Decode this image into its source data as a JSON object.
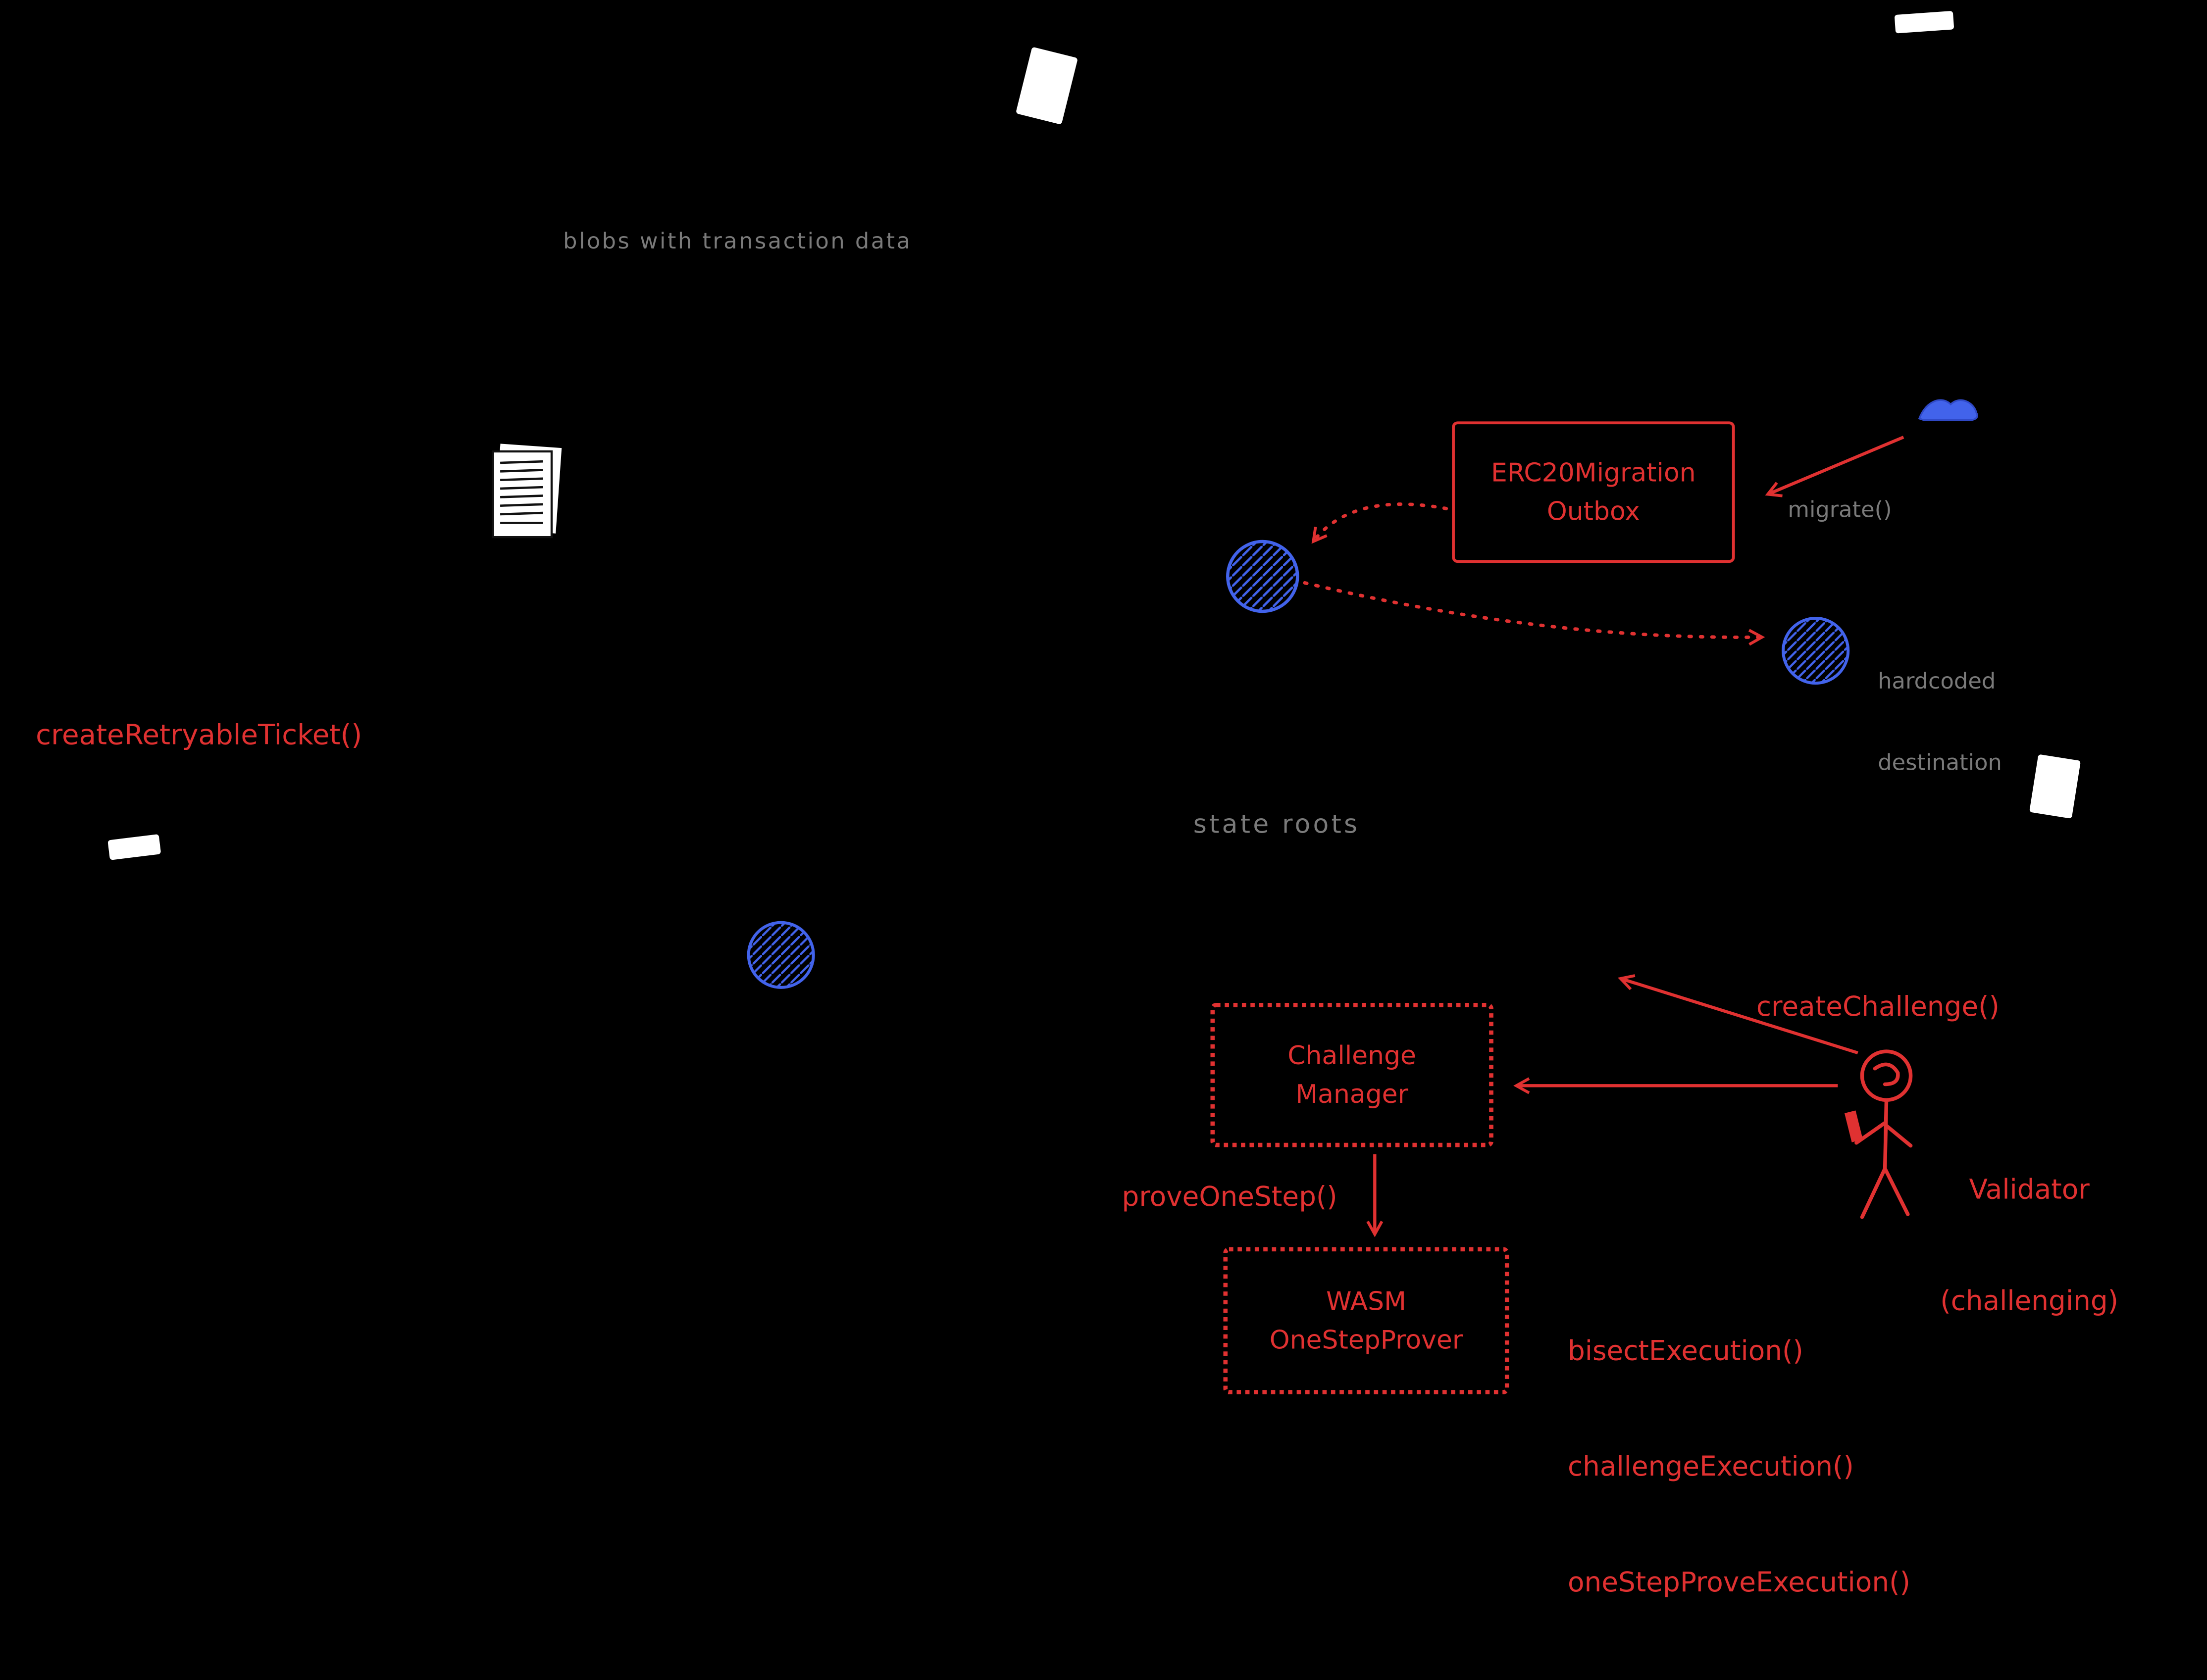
{
  "canvas": {
    "background": "#000000"
  },
  "colors": {
    "red": "#e03131",
    "gray": "#7a7a7a",
    "blue": "#4263eb",
    "white": "#ffffff"
  },
  "labels": {
    "blobs": "blobs with transaction data",
    "migrate": "migrate()",
    "hardcoded": [
      "hardcoded",
      "destination"
    ],
    "create_retryable_ticket": "createRetryableTicket()",
    "state_roots": "state roots",
    "create_challenge": "createChallenge()",
    "validator": [
      "Validator",
      "(challenging)"
    ],
    "prove_one_step": "proveOneStep()"
  },
  "boxes": {
    "erc20_migration_outbox": {
      "lines": [
        "ERC20Migration",
        "Outbox"
      ],
      "border_style": "solid"
    },
    "challenge_manager": {
      "lines": [
        "Challenge",
        "Manager"
      ],
      "border_style": "dotted"
    },
    "wasm_one_step_prover": {
      "lines": [
        "WASM",
        "OneStepProver"
      ],
      "border_style": "dotted"
    }
  },
  "functions": [
    "bisectExecution()",
    "challengeExecution()",
    "oneStepProveExecution()"
  ],
  "icons": {
    "document": "document-pages-icon",
    "tokens": [
      "token-icon",
      "token-icon",
      "token-icon"
    ],
    "cloud": "blue-blob-icon",
    "validator_figure": "stick-figure-icon",
    "stickers": [
      "white-sticker",
      "white-sticker",
      "white-sticker",
      "white-sticker"
    ]
  }
}
